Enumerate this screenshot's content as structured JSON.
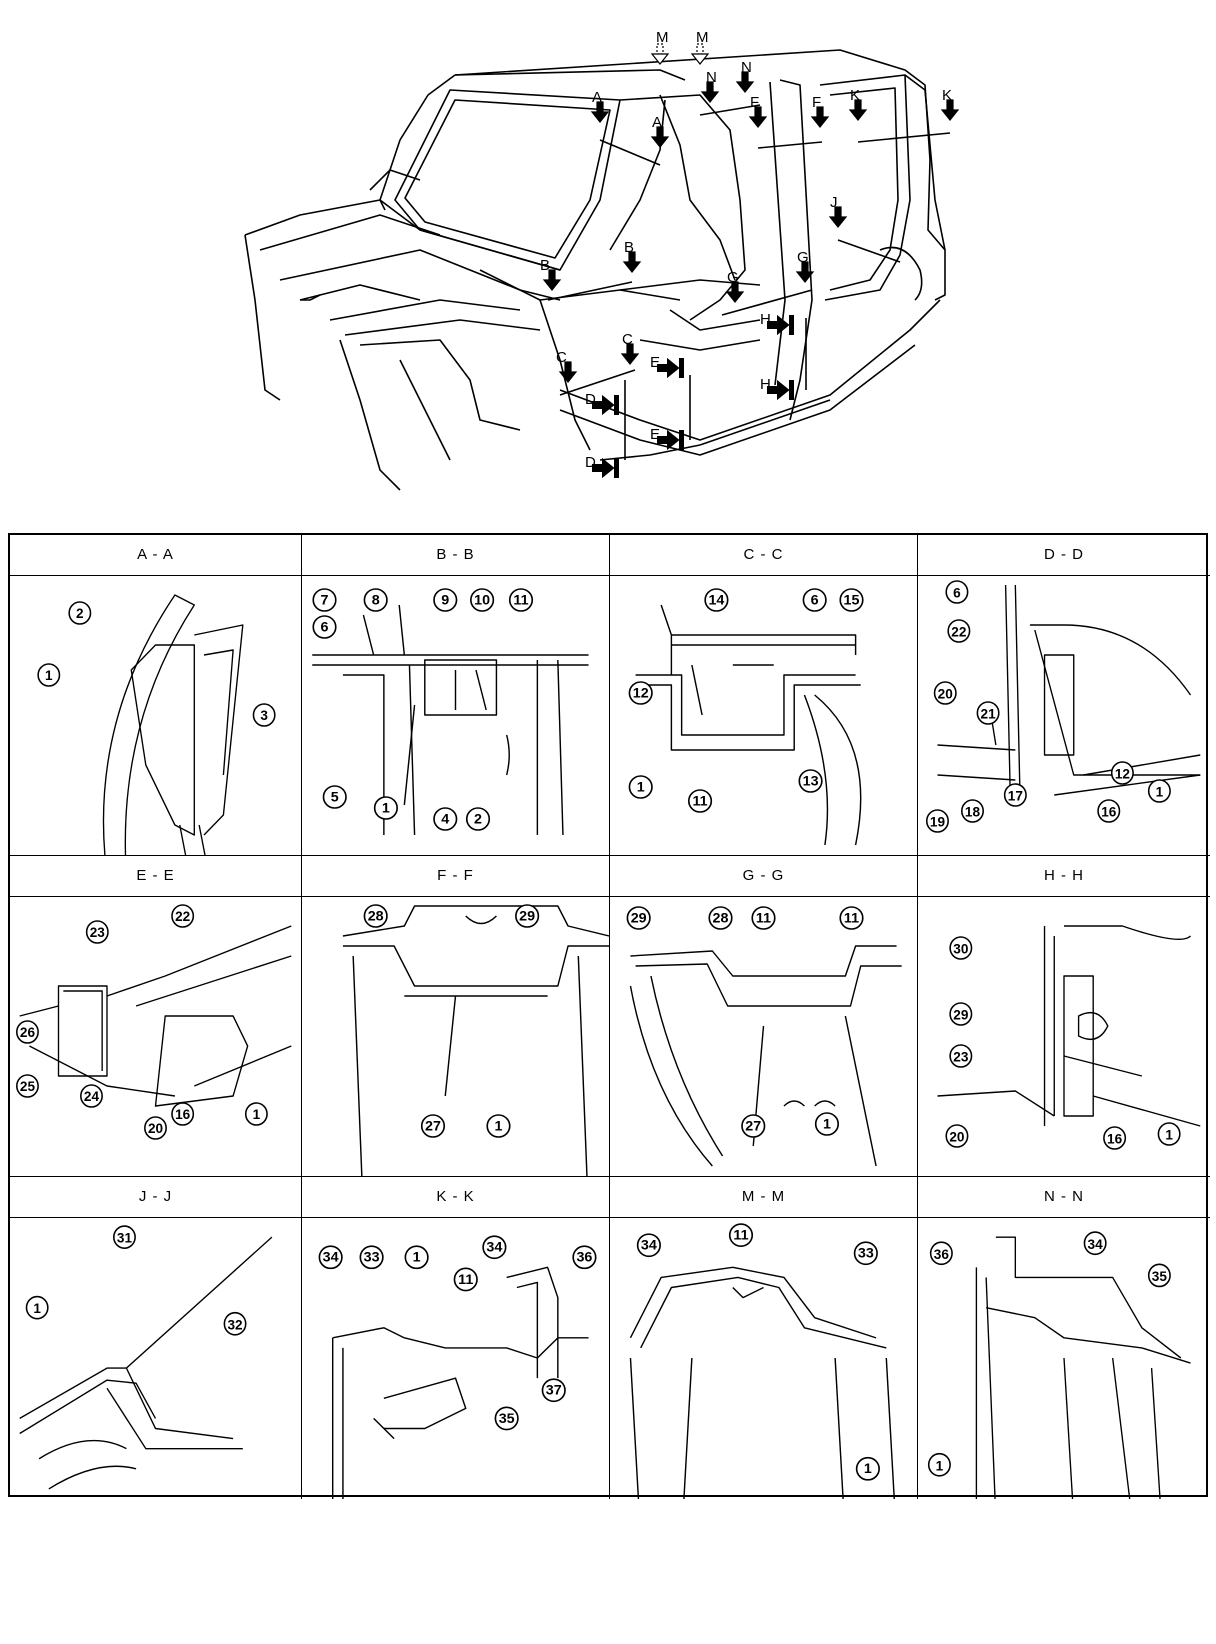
{
  "overview": {
    "section_labels": [
      "M",
      "M",
      "N",
      "N",
      "A",
      "A",
      "F",
      "F",
      "K",
      "K",
      "J",
      "B",
      "B",
      "G",
      "G",
      "H",
      "H",
      "C",
      "C",
      "E",
      "E",
      "D",
      "D"
    ]
  },
  "sections": [
    {
      "title": "A - A",
      "callouts": [
        "1",
        "2",
        "3"
      ]
    },
    {
      "title": "B - B",
      "callouts": [
        "7",
        "8",
        "9",
        "10",
        "11",
        "6",
        "5",
        "1",
        "4",
        "2"
      ]
    },
    {
      "title": "C - C",
      "callouts": [
        "14",
        "6",
        "15",
        "12",
        "1",
        "11",
        "13"
      ]
    },
    {
      "title": "D - D",
      "callouts": [
        "6",
        "22",
        "20",
        "21",
        "19",
        "18",
        "17",
        "16",
        "12",
        "1"
      ]
    },
    {
      "title": "E - E",
      "callouts": [
        "23",
        "22",
        "26",
        "25",
        "24",
        "20",
        "16",
        "1"
      ]
    },
    {
      "title": "F - F",
      "callouts": [
        "28",
        "29",
        "27",
        "1"
      ]
    },
    {
      "title": "G - G",
      "callouts": [
        "29",
        "28",
        "11",
        "11",
        "27",
        "1"
      ]
    },
    {
      "title": "H - H",
      "callouts": [
        "30",
        "29",
        "23",
        "20",
        "16",
        "1"
      ]
    },
    {
      "title": "J - J",
      "callouts": [
        "31",
        "1",
        "32"
      ]
    },
    {
      "title": "K - K",
      "callouts": [
        "34",
        "33",
        "1",
        "34",
        "36",
        "11",
        "35",
        "37"
      ]
    },
    {
      "title": "M - M",
      "callouts": [
        "11",
        "34",
        "33",
        "1"
      ]
    },
    {
      "title": "N - N",
      "callouts": [
        "36",
        "34",
        "35",
        "1"
      ]
    }
  ]
}
